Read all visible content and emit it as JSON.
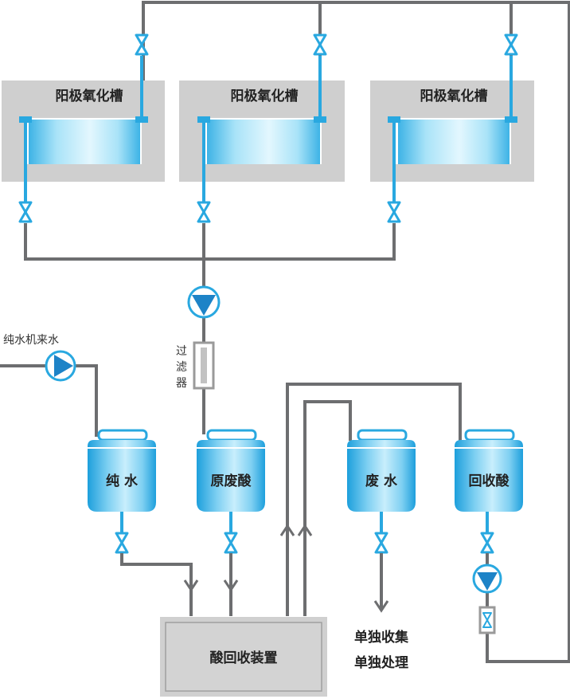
{
  "tanks": [
    {
      "label": "阳极氧化槽"
    },
    {
      "label": "阳极氧化槽"
    },
    {
      "label": "阳极氧化槽"
    }
  ],
  "source_label": "纯水机来水",
  "filter_label": [
    "过",
    "滤",
    "器"
  ],
  "vessels": [
    {
      "label": "纯 水"
    },
    {
      "label": "原废酸"
    },
    {
      "label": "废 水"
    },
    {
      "label": "回收酸"
    }
  ],
  "device_label": "酸回收装置",
  "notes": [
    "单独收集",
    "单独处理"
  ],
  "colors": {
    "pipe_gray": "#6d6e70",
    "pipe_blue": "#29a8e0",
    "tank_gray": "#cfcfcf",
    "water_light": "#cdeefb",
    "water_dark": "#29a8e0"
  }
}
